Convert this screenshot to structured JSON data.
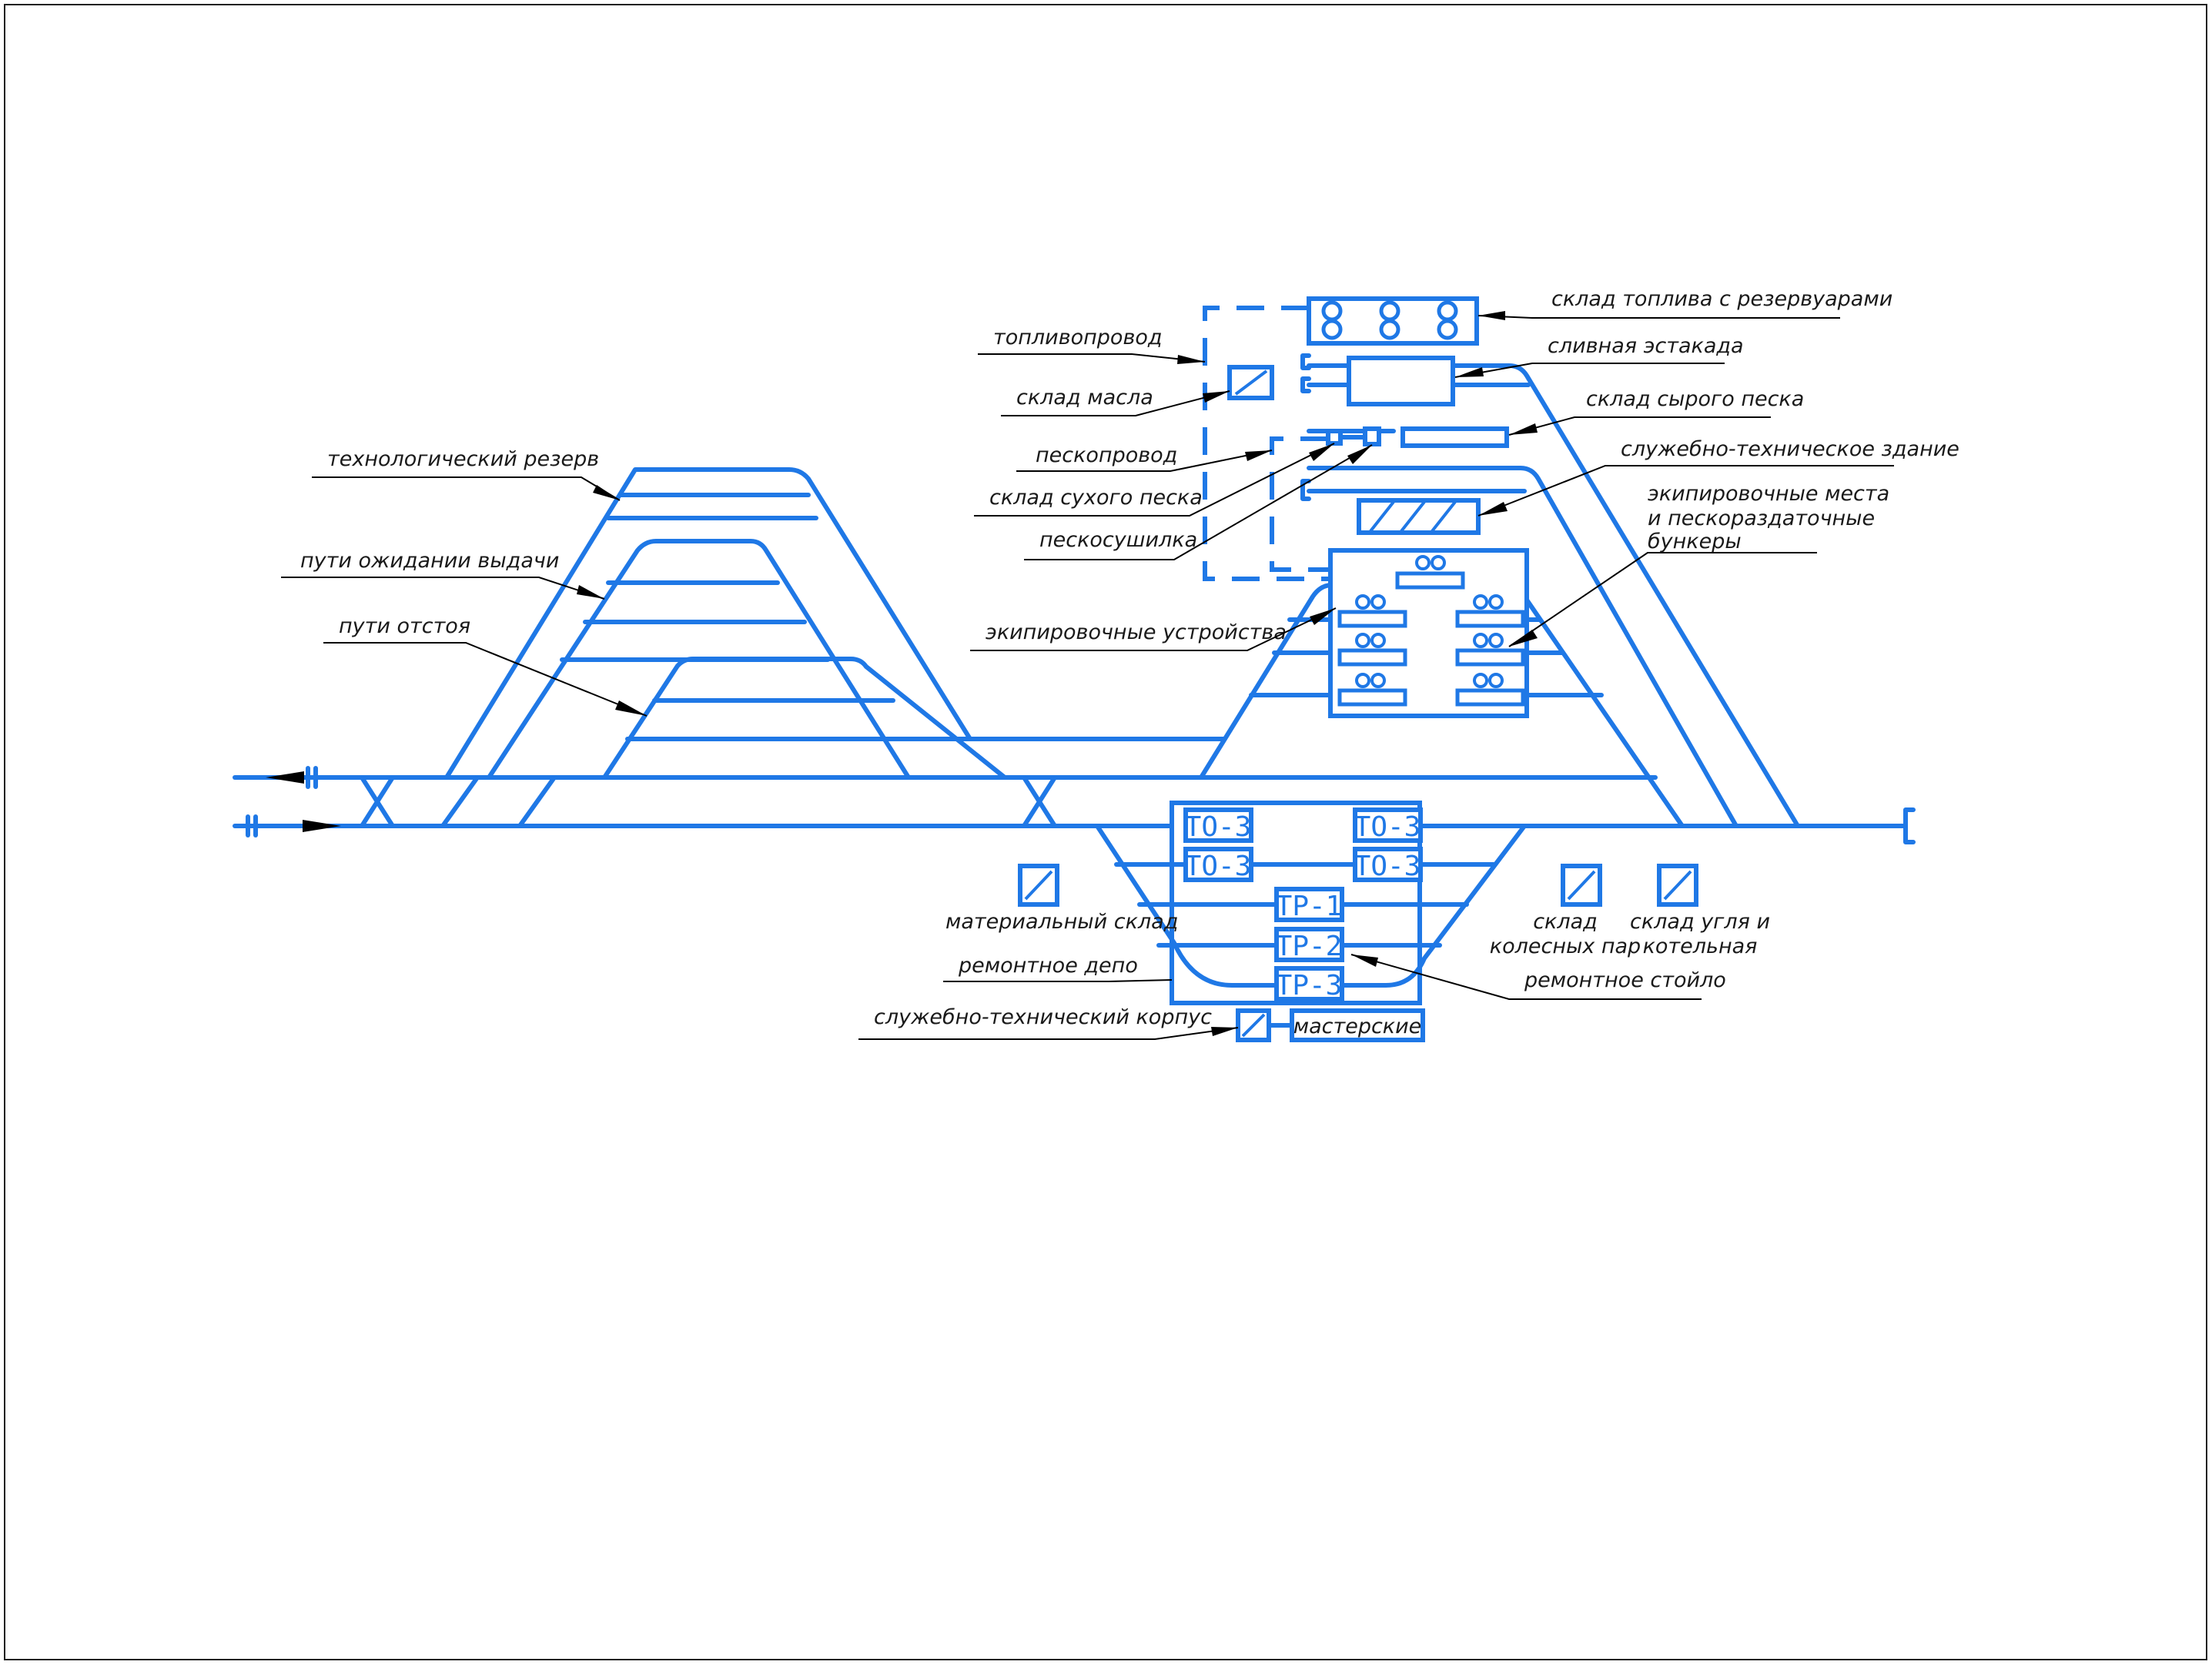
{
  "labels": {
    "tech_reserve": "технологический резерв",
    "waiting_tracks": "пути ожидании выдачи",
    "storage_tracks": "пути отстоя",
    "fuel_pipeline": "топливопровод",
    "oil_store": "склад масла",
    "sand_pipeline": "пескопровод",
    "dry_sand_store": "склад сухого песка",
    "sand_dryer": "пескосушилка",
    "servicing_devices": "экипировочные устройства",
    "fuel_store": "склад топлива с резервуарами",
    "drain_trestle": "сливная эстакада",
    "raw_sand_store": "склад сырого песка",
    "service_building": "служебно-техническое здание",
    "servicing_places_1": "экипировочные места",
    "servicing_places_2": "и пескораздаточные",
    "servicing_places_3": "бункеры",
    "material_store": "материальный склад",
    "repair_depot": "ремонтное депо",
    "service_corpus": "служебно-технический корпус",
    "workshops": "мастерские",
    "wheelset_store_1": "склад",
    "wheelset_store_2": "колесных пар",
    "coal_store_1": "склад угля и",
    "coal_store_2": "котельная",
    "repair_stall": "ремонтное стойло"
  },
  "bays": {
    "to3_a": "ТО-3",
    "to3_b": "ТО-3",
    "to3_c": "ТО-3",
    "to3_d": "ТО-3",
    "tr1": "ТР-1",
    "tr2": "ТР-2",
    "tr3": "ТР-3"
  },
  "colors": {
    "track": "#1f78e6",
    "text": "#1a1a1a",
    "leader": "#000000"
  }
}
